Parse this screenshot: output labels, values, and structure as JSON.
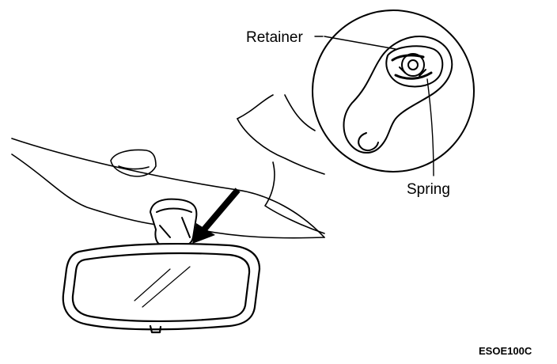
{
  "labels": {
    "retainer": "Retainer",
    "spring": "Spring"
  },
  "figure_code": "ESOE100C",
  "colors": {
    "ink": "#000000",
    "paper": "#ffffff"
  }
}
